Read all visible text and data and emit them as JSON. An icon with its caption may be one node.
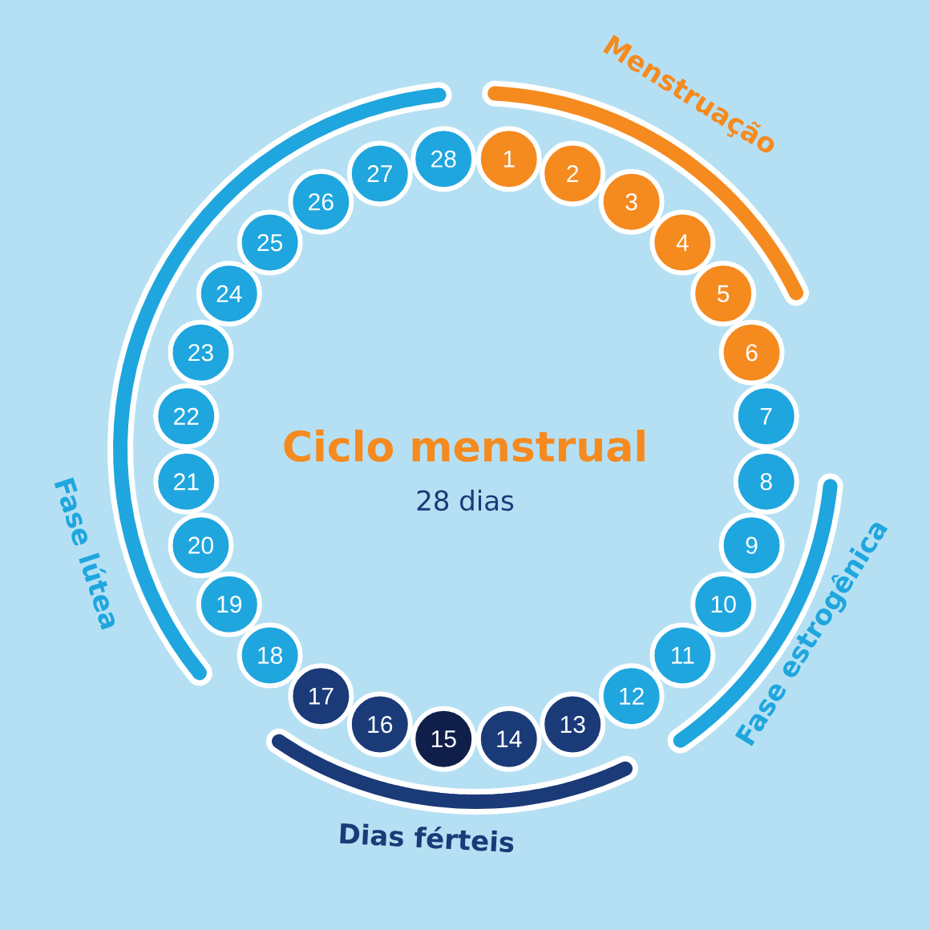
{
  "diagram": {
    "title": "Ciclo menstrual",
    "nodes": [
      {
        "text": [
          "1"
        ]
      },
      {
        "text": [
          "2"
        ]
      },
      {
        "text": [
          "3"
        ]
      },
      {
        "text": [
          "4"
        ]
      },
      {
        "text": [
          "5"
        ]
      },
      {
        "text": [
          "6"
        ]
      },
      {
        "text": [
          "7"
        ]
      },
      {
        "text": [
          "8"
        ]
      },
      {
        "text": [
          "9"
        ]
      },
      {
        "text": [
          "10"
        ]
      },
      {
        "text": [
          "11"
        ]
      },
      {
        "text": [
          "12"
        ]
      },
      {
        "text": [
          "13"
        ]
      },
      {
        "text": [
          "14"
        ]
      },
      {
        "text": [
          "15"
        ]
      },
      {
        "text": [
          "16"
        ]
      },
      {
        "text": [
          "17"
        ]
      },
      {
        "text": [
          "18"
        ]
      },
      {
        "text": [
          "19"
        ]
      },
      {
        "text": [
          "20"
        ]
      },
      {
        "text": [
          "21"
        ]
      },
      {
        "text": [
          "22"
        ]
      },
      {
        "text": [
          "23"
        ]
      },
      {
        "text": [
          "24"
        ]
      },
      {
        "text": [
          "25"
        ]
      },
      {
        "text": [
          "26"
        ]
      },
      {
        "text": [
          "27"
        ]
      },
      {
        "text": [
          "28"
        ]
      }
    ],
    "labels": [
      "Menstruação",
      "28 dias",
      "Fase lútea",
      "Fase estrogênica",
      "Dias férteis"
    ]
  }
}
